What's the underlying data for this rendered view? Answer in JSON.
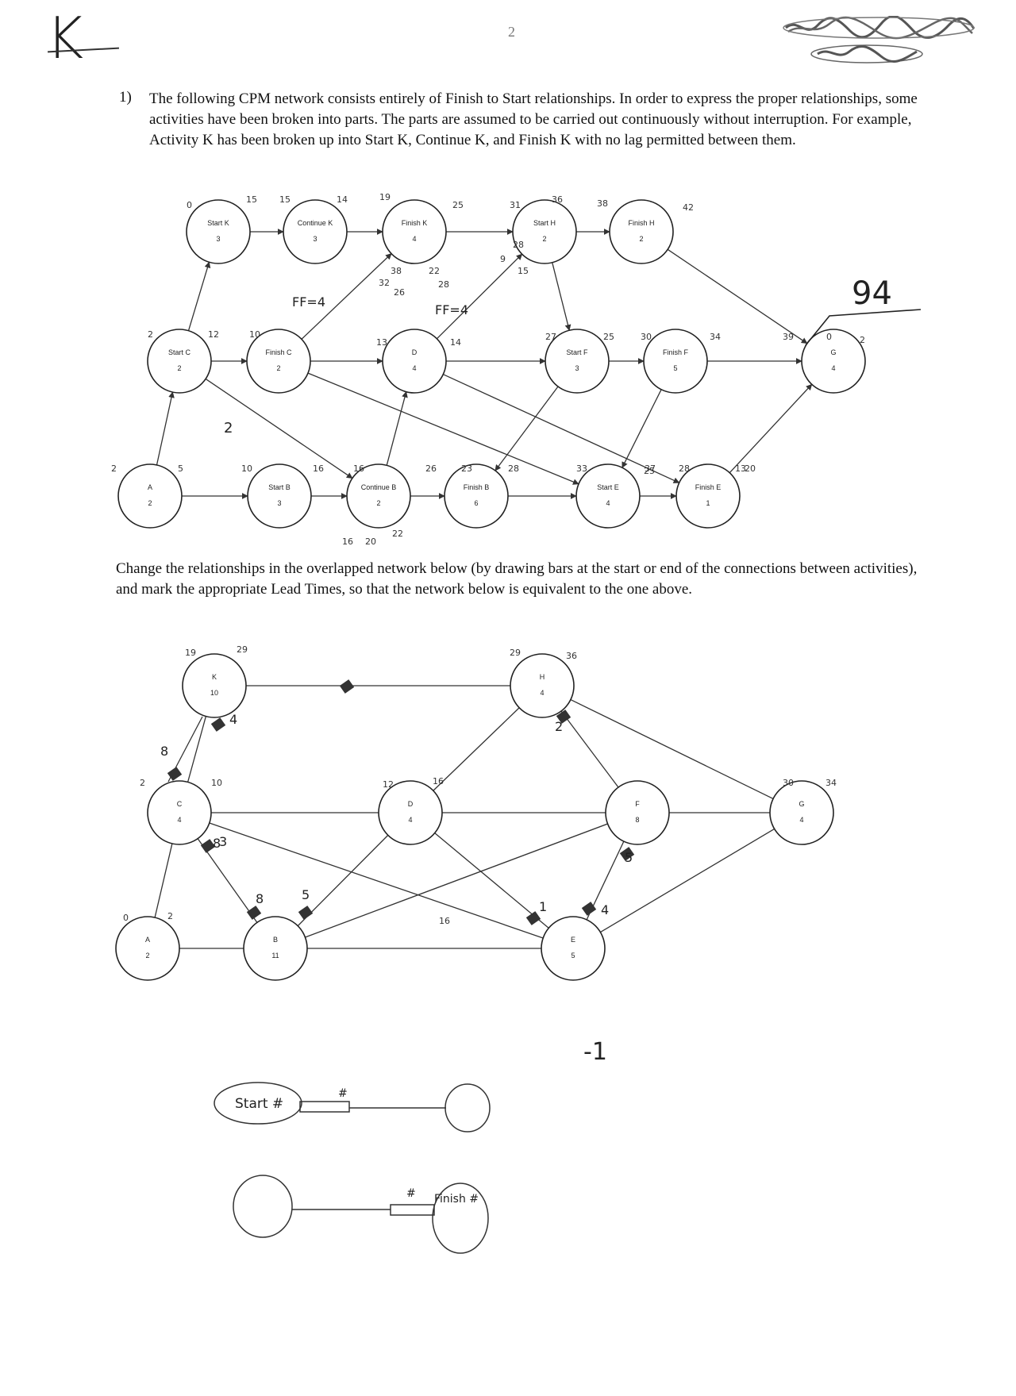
{
  "header": {
    "page_number": "2",
    "grade_mark": "K"
  },
  "question": {
    "number": "1)",
    "text": "The following CPM network consists entirely of Finish to Start relationships. In order to express the proper relationships, some activities have been broken into parts. The parts are assumed to be carried out continuously without interruption. For example, Activity K has been broken up into Start K, Continue K, and Finish K with no lag permitted between them."
  },
  "instruction": {
    "text": "Change the relationships in the overlapped network below (by drawing bars at the start or end of the connections between activities), and mark the appropriate Lead Times, so that the network below is equivalent to the one above."
  },
  "cpm_network": {
    "nodes": [
      {
        "id": "startK",
        "label": "Start K",
        "dur": "3"
      },
      {
        "id": "contK",
        "label": "Continue K",
        "dur": "3"
      },
      {
        "id": "finK",
        "label": "Finish K",
        "dur": "4"
      },
      {
        "id": "startH",
        "label": "Start H",
        "dur": "2"
      },
      {
        "id": "finH",
        "label": "Finish H",
        "dur": "2"
      },
      {
        "id": "startC",
        "label": "Start C",
        "dur": "2"
      },
      {
        "id": "finC",
        "label": "Finish C",
        "dur": "2"
      },
      {
        "id": "D",
        "label": "D",
        "dur": "4"
      },
      {
        "id": "startF",
        "label": "Start F",
        "dur": "3"
      },
      {
        "id": "finF",
        "label": "Finish F",
        "dur": "5"
      },
      {
        "id": "G",
        "label": "G",
        "dur": "4"
      },
      {
        "id": "A",
        "label": "A",
        "dur": "2"
      },
      {
        "id": "startB",
        "label": "Start B",
        "dur": "3"
      },
      {
        "id": "contB",
        "label": "Continue B",
        "dur": "2"
      },
      {
        "id": "finB",
        "label": "Finish B",
        "dur": "6"
      },
      {
        "id": "startE",
        "label": "Start E",
        "dur": "4"
      },
      {
        "id": "finE",
        "label": "Finish E",
        "dur": "1"
      }
    ],
    "annotations": {
      "total_score": "94",
      "ff_note_1": "FF=4",
      "ff_note_2": "FF=4",
      "ss_note": "2",
      "numbers": [
        "0",
        "15",
        "15",
        "14",
        "19",
        "25",
        "31",
        "36",
        "38",
        "42",
        "2",
        "12",
        "10",
        "13",
        "14",
        "27",
        "25",
        "30",
        "34",
        "39",
        "0",
        "2",
        "2",
        "5",
        "10",
        "16",
        "16",
        "26",
        "23",
        "28",
        "33",
        "37",
        "25",
        "28",
        "13",
        "20",
        "22",
        "28",
        "32",
        "38",
        "26",
        "28",
        "9",
        "15",
        "16",
        "20",
        "22"
      ]
    }
  },
  "overlapped_network": {
    "nodes": [
      {
        "id": "K",
        "label": "K",
        "dur": "10"
      },
      {
        "id": "H",
        "label": "H",
        "dur": "4"
      },
      {
        "id": "C",
        "label": "C",
        "dur": "4"
      },
      {
        "id": "D",
        "label": "D",
        "dur": "4"
      },
      {
        "id": "F",
        "label": "F",
        "dur": "8"
      },
      {
        "id": "G",
        "label": "G",
        "dur": "4"
      },
      {
        "id": "A",
        "label": "A",
        "dur": "2"
      },
      {
        "id": "B",
        "label": "B",
        "dur": "11"
      },
      {
        "id": "E",
        "label": "E",
        "dur": "5"
      }
    ],
    "lead_marks": [
      "8",
      "4",
      "3",
      "8",
      "8",
      "5",
      "2",
      "5",
      "1",
      "4"
    ],
    "annotations": {
      "numbers": [
        "19",
        "29",
        "29",
        "36",
        "2",
        "10",
        "12",
        "16",
        "16",
        "30",
        "34",
        "0",
        "2"
      ],
      "deduction": "-1"
    }
  },
  "legend_sketch": {
    "start_label": "Start #",
    "finish_label": "Finish #",
    "mark": "#"
  }
}
